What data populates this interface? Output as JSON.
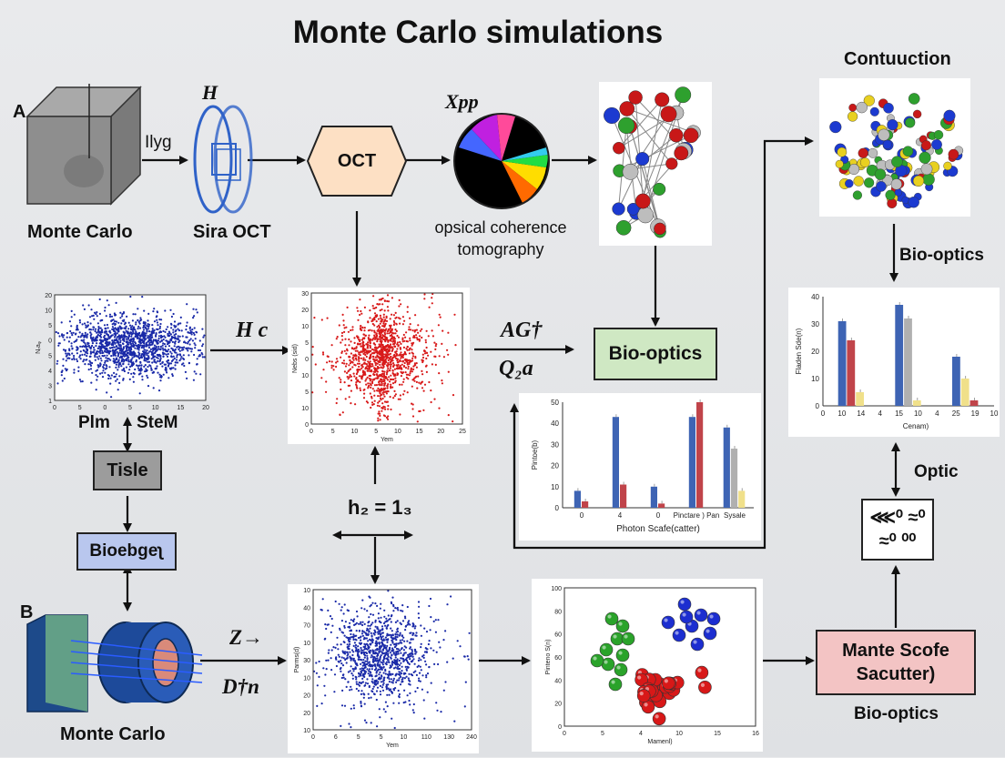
{
  "title": "Monte Carlo simulations",
  "labels": {
    "a": "A",
    "b": "B",
    "monte_carlo_top": "Monte Carlo",
    "monte_carlo_bottom": "Monte Carlo",
    "ilyg": "Ilyg",
    "h": "H",
    "sira_oct": "Sira OCT",
    "oct": "OCT",
    "xpp": "Xpp",
    "oct_caption_1": "opsical coherence",
    "oct_caption_2": "tomography",
    "contuuction": "Contuuction",
    "bio_optics_right": "Bio-optics",
    "hc": "H c",
    "ag": "AG†",
    "q2a": "Q₂a",
    "bio_optics_box": "Bio-optics",
    "plm": "Plm",
    "stem": "SteM",
    "tisle": "Tisle",
    "bioebge": "Bioebgeʅ",
    "h2": "h₂ = 1₃",
    "z": "Z→",
    "dtn": "D†n",
    "optic": "Optic",
    "mante_1": "Mante Scofe",
    "mante_2": "Sacutter)",
    "bio_optics_bottom": "Bio-optics",
    "eq_line1": "⋘⁰  ≈⁰",
    "eq_line2": "≈⁰  ⁰⁰"
  },
  "colors": {
    "oct_fill": "#fde0c4",
    "bio_optics_fill": "#cfe8c3",
    "tisle_fill": "#9c9c9c",
    "bioebge_fill": "#b9c7ee",
    "mante_fill": "#f3c4c4",
    "scatter_blue": "#1a2aa8",
    "scatter_red": "#d81a1a",
    "bar_blue": "#3e64b4",
    "bar_red": "#c0444a",
    "bar_gray": "#b0b0b0",
    "bar_yellow": "#f0e08a"
  },
  "chart_data": [
    {
      "type": "scatter",
      "id": "scatter-left",
      "x_ticks": [
        "0",
        "5",
        "0",
        "5",
        "10",
        "15",
        "20"
      ],
      "y_ticks": [
        "20",
        "10",
        "5",
        "0",
        "5",
        "4",
        "3",
        "1"
      ],
      "ylabel": "Nᵣaᵩ"
    },
    {
      "type": "scatter",
      "id": "scatter-center",
      "x_ticks": [
        "0",
        "5",
        "10",
        "5",
        "10",
        "15",
        "20",
        "25"
      ],
      "y_ticks": [
        "30",
        "20",
        "10",
        "5",
        "0",
        "10",
        "5",
        "10",
        "0"
      ],
      "xlabel": "Yem",
      "ylabel": "Nebs (sid)"
    },
    {
      "type": "scatter",
      "id": "scatter-bottom",
      "x_ticks": [
        "0",
        "6",
        "5",
        "5",
        "10",
        "110",
        "130",
        "240"
      ],
      "y_ticks": [
        "10",
        "40",
        "70",
        "10",
        "30",
        "10",
        "20",
        "20",
        "10"
      ],
      "xlabel": "Yem",
      "ylabel": "Parms(d)"
    },
    {
      "type": "bar",
      "id": "bar-center",
      "title": "Photon Scafe(catter)",
      "ylabel": "Pintoe(b)",
      "y_ticks": [
        "50",
        "40",
        "30",
        "20",
        "10",
        "0"
      ],
      "ylim": [
        0,
        50
      ],
      "categories": [
        "0",
        "4",
        "0",
        "Pinctare ) Pan",
        "Sysale"
      ],
      "series": [
        {
          "values": [
            8,
            43,
            10,
            43,
            38
          ]
        },
        {
          "values": [
            3,
            11,
            2,
            50,
            0
          ]
        },
        {
          "values": [
            0,
            0,
            0,
            0,
            28
          ]
        },
        {
          "values": [
            0,
            0,
            0,
            0,
            8
          ]
        }
      ]
    },
    {
      "type": "bar",
      "id": "bar-right",
      "ylabel": "Fladen Sde(n)",
      "xlabel": "Cenam)",
      "y_ticks": [
        "40",
        "30",
        "20",
        "10",
        "0"
      ],
      "x_ticks": [
        "0",
        "10",
        "14",
        "4",
        "15",
        "10",
        "4",
        "25",
        "19",
        "10"
      ],
      "ylim": [
        0,
        40
      ],
      "categories": [
        "g1",
        "g2",
        "g3"
      ],
      "series": [
        {
          "values": [
            31,
            37,
            18
          ]
        },
        {
          "values": [
            24,
            0,
            0
          ]
        },
        {
          "values": [
            0,
            32,
            0
          ]
        },
        {
          "values": [
            5,
            2,
            10
          ]
        },
        {
          "values": [
            0,
            0,
            2
          ]
        }
      ]
    },
    {
      "type": "scatter",
      "id": "molecule-plot",
      "xlabel": "Mamenl)",
      "ylabel": "Pinteno S(n)",
      "x_ticks": [
        "0",
        "5",
        "4",
        "10",
        "15",
        "16"
      ],
      "y_ticks": [
        "100",
        "80",
        "60",
        "60",
        "40",
        "20",
        "0"
      ]
    }
  ]
}
